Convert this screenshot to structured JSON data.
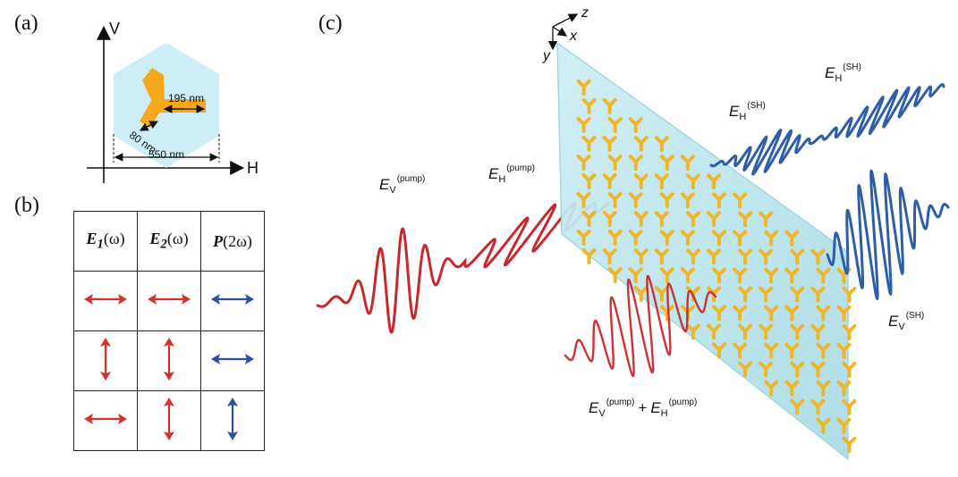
{
  "panels": {
    "a": "(a)",
    "b": "(b)",
    "c": "(c)"
  },
  "panel_a": {
    "axis_v": "V",
    "axis_h": "H",
    "dim_arm": "195 nm",
    "dim_width": "80 nm",
    "dim_period": "550 nm",
    "colors": {
      "hexagon": "#cdeef6",
      "nanostructure": "#f5a81c"
    }
  },
  "panel_b": {
    "headers": [
      {
        "main": "E",
        "sub": "1",
        "arg": "(ω)"
      },
      {
        "main": "E",
        "sub": "2",
        "arg": "(ω)"
      },
      {
        "main": "P",
        "sub": "",
        "arg": "(2ω)"
      }
    ],
    "rows": [
      [
        "horizontal-red",
        "horizontal-red",
        "horizontal-blue"
      ],
      [
        "vertical-red",
        "vertical-red",
        "horizontal-blue"
      ],
      [
        "horizontal-red",
        "vertical-red",
        "vertical-blue"
      ]
    ],
    "colors": {
      "fundamental": "#d6302c",
      "second_harmonic": "#2e4f9f"
    }
  },
  "panel_c": {
    "coords": {
      "z": "z",
      "x": "x",
      "y": "y"
    },
    "labels": {
      "ev_pump": {
        "main": "E",
        "sub": "V",
        "sup": "(pump)"
      },
      "eh_pump": {
        "main": "E",
        "sub": "H",
        "sup": "(pump)"
      },
      "eh_sh_1": {
        "main": "E",
        "sub": "H",
        "sup": "(SH)"
      },
      "eh_sh_2": {
        "main": "E",
        "sub": "H",
        "sup": "(SH)"
      },
      "ev_sh": {
        "main": "E",
        "sub": "V",
        "sup": "(SH)"
      },
      "combo_1": {
        "main": "E",
        "sub": "V",
        "sup": "(pump)"
      },
      "combo_plus": "+",
      "combo_2": {
        "main": "E",
        "sub": "H",
        "sup": "(pump)"
      }
    },
    "colors": {
      "pump": "#c8282c",
      "sh": "#2f5ea8",
      "slab": "#bfe6ef",
      "nanostructure": "#f0b62a"
    }
  }
}
